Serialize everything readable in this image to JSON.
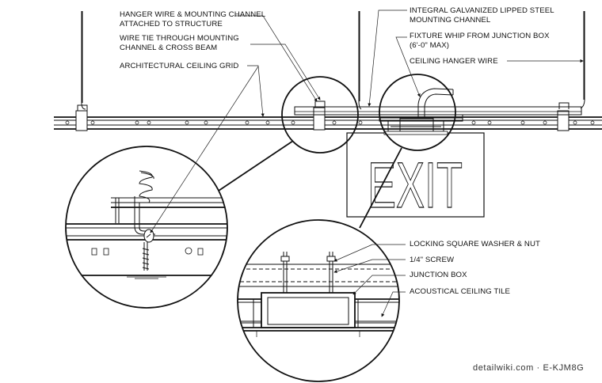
{
  "labels": {
    "hanger_wire_channel_1": "HANGER WIRE & MOUNTING CHANNEL",
    "hanger_wire_channel_2": "ATTACHED TO STRUCTURE",
    "wire_tie_1": "WIRE TIE THROUGH MOUNTING",
    "wire_tie_2": "CHANNEL & CROSS BEAM",
    "ceiling_grid": "ARCHITECTURAL CEILING GRID",
    "lipped_channel_1": "INTEGRAL GALVANIZED LIPPED STEEL",
    "lipped_channel_2": "MOUNTING CHANNEL",
    "fixture_whip_1": "FIXTURE WHIP FROM JUNCTION BOX",
    "fixture_whip_2": "(6'-0\" MAX)",
    "hanger_wire": "CEILING HANGER WIRE",
    "washer_nut": "LOCKING SQUARE WASHER & NUT",
    "screw": "1/4\" SCREW",
    "junction_box": "JUNCTION BOX",
    "ceiling_tile": "ACOUSTICAL CEILING TILE"
  },
  "sign": {
    "text": "EXIT"
  },
  "credit": "detailwiki.com · E-KJM8G"
}
